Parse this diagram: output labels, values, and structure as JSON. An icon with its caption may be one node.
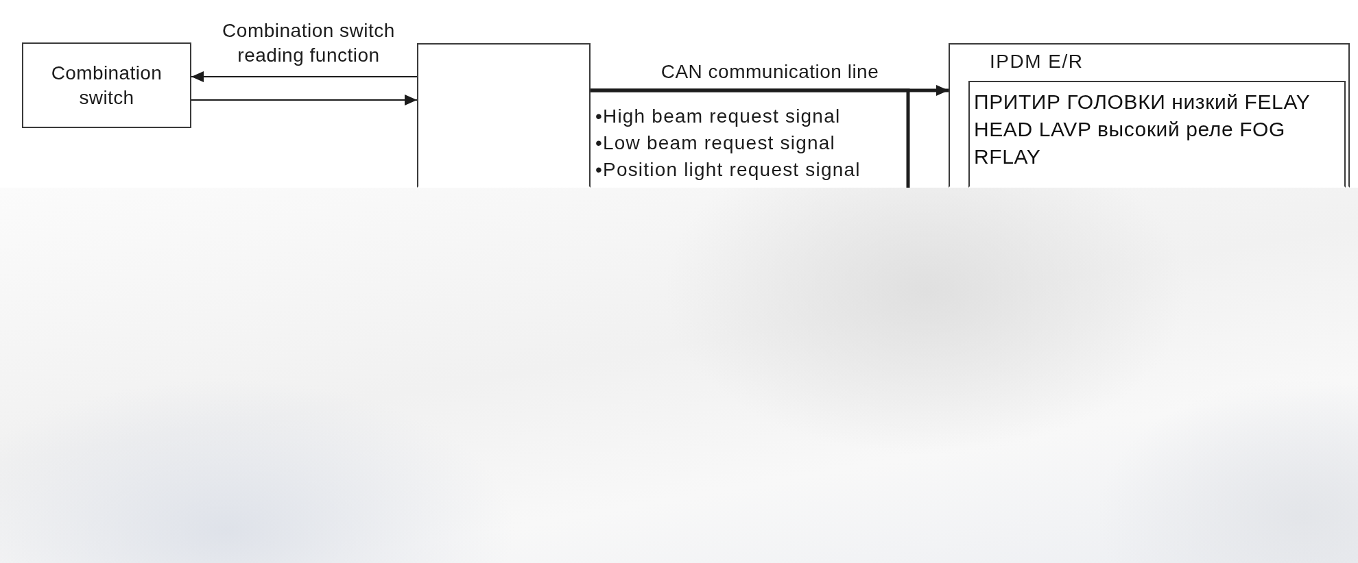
{
  "diagram": {
    "nodes": [
      {
        "text": [
          "Combination switch"
        ]
      },
      {
        "text": [],
        "shape": "box"
      },
      {
        "text": [
          "IPDM E/R"
        ]
      },
      {
        "text": [
          "ПРИТИР ГОЛОВКИ низкий FELAY HEAD LAVP высокий реле FOG RFLAY"
        ],
        "in": 2
      }
    ],
    "edges": [
      {
        "from": 1,
        "to": 0,
        "arrow": "to",
        "label": "Combination switch reading function"
      },
      {
        "from": 0,
        "to": 1,
        "arrow": "to"
      },
      {
        "from": 1,
        "to": 2,
        "arrow": "to",
        "label": "CAN communication line",
        "style": "thick"
      },
      {
        "from": 1,
        "to": null,
        "arrow": "none",
        "style": "thick"
      }
    ],
    "labels": [
      "•High beam request signal",
      "•Low beam request signal",
      "•Position light request signal"
    ]
  }
}
